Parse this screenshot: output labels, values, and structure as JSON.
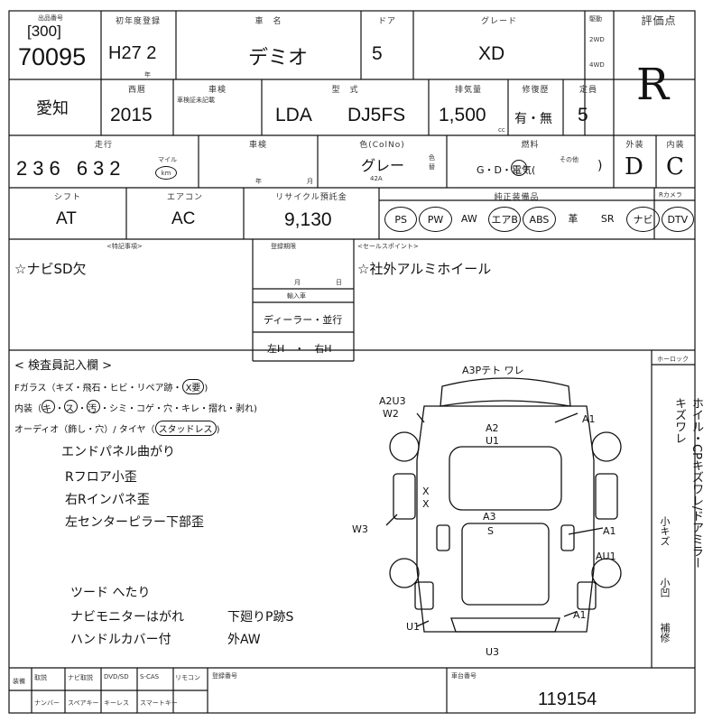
{
  "header": {
    "lot_label_top": "出品番号",
    "lot_bracket": "[300]",
    "lot_number": "70095",
    "reg_hdr": "初年度登録",
    "reg_value": "H27 2",
    "reg_sub": "年",
    "name_hdr": "車　名",
    "name_value": "デミオ",
    "door_hdr": "ドア",
    "door_value": "5",
    "grade_hdr": "グレード",
    "grade_value": "XD",
    "drive_hdr": "駆動",
    "drive_2wd": "2WD",
    "drive_4wd": "4WD",
    "score_hdr": "評価点",
    "score_value": "R"
  },
  "row2": {
    "location": "愛知",
    "year_hdr": "西暦",
    "year_value": "2015",
    "inspect_hdr": "車検",
    "inspect_sub": "車検証未記載",
    "model_hdr": "型　式",
    "model_prefix": "LDA",
    "model_value": "DJ5FS",
    "cc_hdr": "排気量",
    "cc_value": "1,500",
    "cc_unit": "cc",
    "repair_hdr": "修復歴",
    "repair_value": "有・無",
    "seats_hdr": "定員",
    "seats_value": "5"
  },
  "row3": {
    "mileage_hdr": "走行",
    "mileage_value": "236 632",
    "mileage_unit_mile": "マイル",
    "mileage_unit_km": "km",
    "inspect_hdr": "車検",
    "inspect_year": "年",
    "inspect_month": "月",
    "color_hdr": "色(ColNo)",
    "color_value": "グレー",
    "color_code": "42A",
    "color_side": "色替",
    "fuel_hdr": "燃料",
    "fuel_value": "G・D・電気(",
    "fuel_other": "その他",
    "fuel_close": ")",
    "exterior_hdr": "外装",
    "exterior_value": "D",
    "interior_hdr": "内装",
    "interior_value": "C"
  },
  "row4": {
    "shift_hdr": "シフト",
    "shift_value": "AT",
    "ac_hdr": "エアコン",
    "ac_value": "AC",
    "recycle_hdr": "リサイクル預託金",
    "recycle_value": "9,130",
    "equip_hdr": "純正装備品",
    "rhs_hdr": "Rカメラ",
    "equipment": [
      "PS",
      "PW",
      "AW",
      "エアB",
      "ABS",
      "革",
      "SR",
      "ナビ",
      "DTV"
    ],
    "equipment_circled": [
      true,
      true,
      false,
      true,
      true,
      false,
      false,
      true,
      true
    ]
  },
  "notes": {
    "special_hdr": "<特記事項>",
    "special_value": "☆ナビSD欠",
    "expiry_hdr": "登録期限",
    "expiry_month": "月",
    "expiry_day": "日",
    "import_hdr": "輸入車",
    "import_dealer": "ディーラー・並行",
    "import_handle": "左H　・　右H",
    "sales_hdr": "<セールスポイント>",
    "sales_value": "☆社外アルミホイール"
  },
  "inspector": {
    "title": "< 検査員記入欄 >",
    "glass_line": "Fガラス（キズ・飛石・ヒビ・リペア跡・",
    "glass_circled": "X要",
    "glass_close": ")",
    "interior_line_a": "内装",
    "interior_circled": [
      "キ",
      "ス",
      "汚"
    ],
    "interior_line_b": "・シミ・コゲ・穴・キレ・摺れ・剥れ)",
    "audio_line": "オーディオ（飾し・穴）/ タイヤ（",
    "audio_circled": "スタッドレス",
    "audio_close": ")",
    "handwritten": [
      "エンドパネル曲がり",
      "Rフロア小歪",
      "右Rインパネ歪",
      "左センターピラー下部歪",
      "ツード へたり",
      "ナビモニターはがれ",
      "ハンドルカバー付"
    ],
    "hand_right": [
      "下廻りP跡S",
      "外AW"
    ]
  },
  "diagram": {
    "side_hdr": "ホーロック",
    "labels": [
      "A3Pテト ワレ",
      "A2U3",
      "W2",
      "A2",
      "U1",
      "A1",
      "A3",
      "S",
      "W3",
      "A1",
      "AU1",
      "A1",
      "U1",
      "U3",
      "X",
      "X"
    ],
    "right_text": "ホイル・CPキズワレ/ドアミラーキズワレ",
    "right_sub": [
      "小キズ",
      "小凹",
      "補修"
    ]
  },
  "footer": {
    "cols_top": [
      "",
      "取説",
      "ナビ取説",
      "DVD/SD",
      "S-CAS",
      "リモコン"
    ],
    "cols_bottom": [
      "",
      "ナンバー",
      "スペアキー",
      "キーレス",
      "スマートキー"
    ],
    "left_label": "装備",
    "reg_no_hdr": "登録番号",
    "body_no_hdr": "車台番号",
    "body_no_value": "119154"
  }
}
